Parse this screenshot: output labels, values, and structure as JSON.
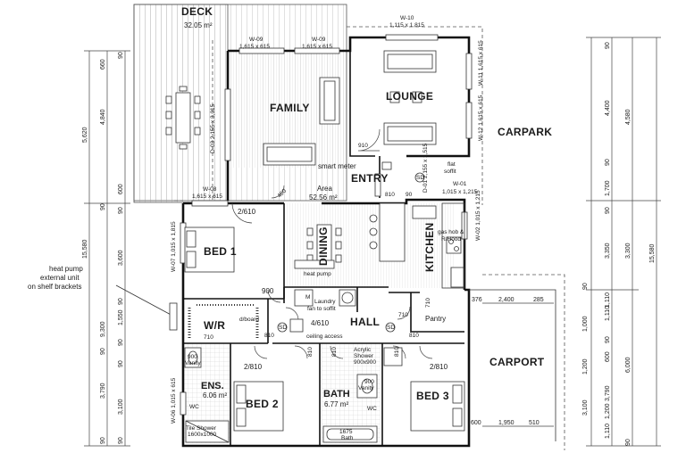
{
  "rooms": {
    "deck": "DECK",
    "deck_area": "32.05 m²",
    "family": "FAMILY",
    "lounge": "LOUNGE",
    "carpark": "CARPARK",
    "entry": "ENTRY",
    "area_label": "Area",
    "area_value": "52.56 m²",
    "bed1": "BED 1",
    "dining": "DINING",
    "kitchen": "KITCHEN",
    "wr": "W/R",
    "hall": "HALL",
    "ens": "ENS.",
    "ens_area": "6.06 m²",
    "bed2": "BED 2",
    "bath": "BATH",
    "bath_area": "6.77 m²",
    "bed3": "BED 3",
    "carport": "CARPORT",
    "pantry": "Pantry"
  },
  "labels": {
    "smart_meter": "smart meter",
    "flat_soffit_1": "flat",
    "flat_soffit_2": "soffit",
    "heat_pump_ext_1": "heat pump",
    "heat_pump_ext_2": "external unit",
    "heat_pump_ext_3": "on shelf brackets",
    "heat_pump": "heat pump",
    "gas_hob_1": "gas hob &",
    "gas_hob_2": "R/Hood",
    "laundry_1": "Laundry",
    "laundry_2": "fan to soffit",
    "ceiling_access": "ceiling access",
    "dboard": "d/board",
    "wr_710": "710",
    "vanity_ens_1": "900",
    "vanity_ens_2": "Vanity",
    "vanity_bath_1": "900",
    "vanity_bath_2": "Vanity",
    "acrylic_1": "Acrylic",
    "acrylic_2": "Shower",
    "acrylic_3": "900x900",
    "tile_shower_1": "Tile Shower",
    "tile_shower_2": "1600x1000",
    "bath_tub_1": "1675",
    "bath_tub_2": "Bath",
    "wc": "WC",
    "sd": "SD",
    "door_910": "910",
    "door_2_610": "2/610",
    "door_900": "900",
    "door_4_610": "4/610",
    "door_710": "710",
    "door_710b": "710",
    "door_810a": "810",
    "door_810b": "810",
    "door_810c": "810",
    "door_810d": "810",
    "door_810e": "810",
    "door_810f": "810",
    "door_2_810a": "2/810",
    "door_2_810b": "2/810",
    "door_460": "460",
    "door_90": "90",
    "m_label": "M"
  },
  "windows": {
    "w10_name": "W-10",
    "w10_size": "1,115 x 1,815",
    "w09a_name": "W-09",
    "w09a_size": "1,615 x 615",
    "w09b_name": "W-09",
    "w09b_size": "1,615 x 615",
    "w11": "W-11 1,615 x 615",
    "w12": "W-12 1,615 x 615",
    "d03": "D-03 2,155 x 3,015",
    "d01": "D-01 2,155 x 1,515",
    "w01_name": "W-01",
    "w01_size": "1,015 x 1,215",
    "w02": "W-02 1,015 x 1,215",
    "w08_name": "W-08",
    "w08_size": "1,615 x 615",
    "w07": "W-07 1,015 x 1,815",
    "w06": "W-06 1,015 x 615"
  },
  "dims_left_a": [
    "660",
    "4,840",
    "5,620",
    "600"
  ],
  "dims_left_b": [
    "15,580",
    "3,600",
    "9,300",
    "1,550",
    "3,790",
    "3,100"
  ],
  "dims_left_ticks": [
    "90",
    "90",
    "90",
    "90",
    "90",
    "90",
    "90",
    "90",
    "90"
  ],
  "dims_right_a": [
    "90",
    "4,400",
    "4,580",
    "90",
    "1,700",
    "90",
    "3,350",
    "3,300",
    "15,580"
  ],
  "dims_right_b": [
    "90",
    "1,000",
    "1,110",
    "90",
    "600",
    "1,200",
    "6,000",
    "1,110",
    "3,790",
    "3,100",
    "1,200",
    "1,110",
    "90"
  ],
  "dims_carport_top": [
    "376",
    "2,400",
    "285"
  ],
  "dims_carport_bottom": [
    "600",
    "1,950",
    "510"
  ]
}
